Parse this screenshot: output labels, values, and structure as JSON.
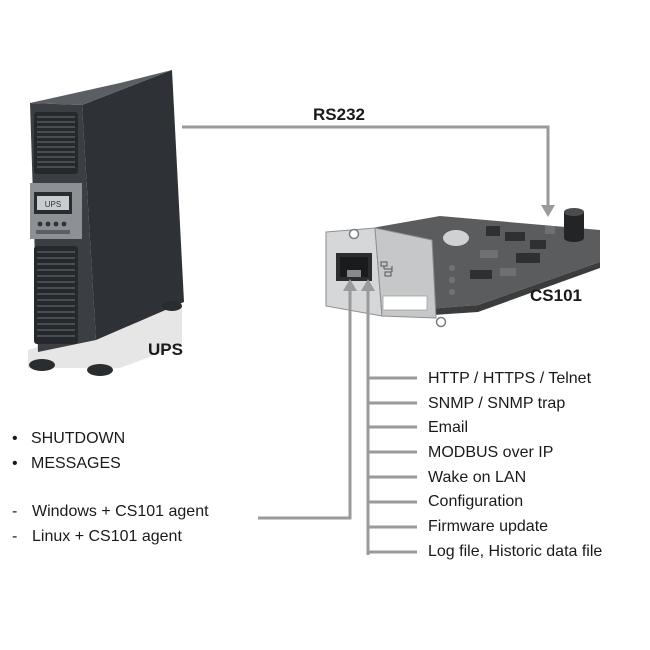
{
  "diagram": {
    "connection_label": "RS232",
    "ups_label": "UPS",
    "card_label": "CS101",
    "ups_screen_text": "UPS",
    "bullets": [
      "SHUTDOWN",
      "MESSAGES"
    ],
    "agents": [
      "Windows + CS101 agent",
      "Linux + CS101 agent"
    ],
    "features": [
      "HTTP / HTTPS / Telnet",
      "SNMP / SNMP trap",
      "Email",
      "MODBUS over IP",
      "Wake on LAN",
      "Configuration",
      "Firmware update",
      "Log file, Historic data file"
    ],
    "colors": {
      "line": "#9a9a9a",
      "ups_body": "#3b3e42",
      "card_face": "#d6d7d9",
      "pcb": "#5a5c5e"
    }
  }
}
